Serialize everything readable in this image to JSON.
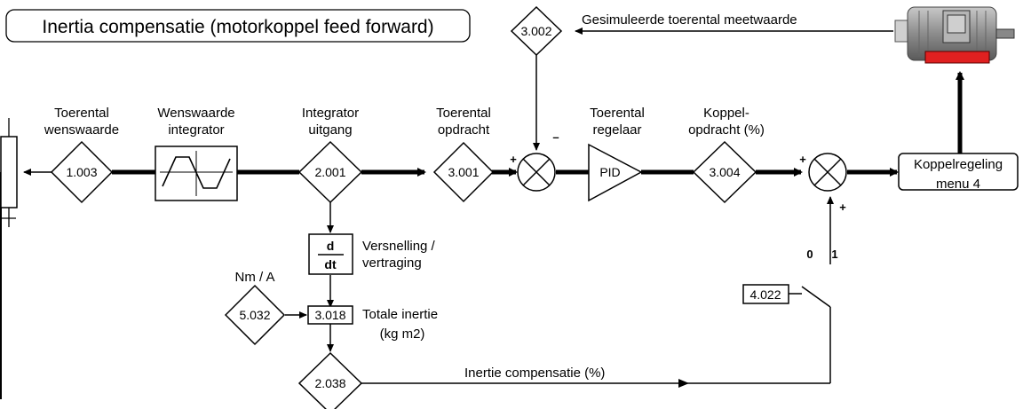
{
  "title": "Inertia compensatie (motorkoppel feed forward)",
  "parameters": {
    "p1003": "1.003",
    "p2001": "2.001",
    "p3001": "3.001",
    "p3002": "3.002",
    "p3004": "3.004",
    "p5032": "5.032",
    "p3018": "3.018",
    "p2038": "2.038",
    "p4022": "4.022"
  },
  "labels": {
    "toerental_wenswaarde": [
      "Toerental",
      "wenswaarde"
    ],
    "wenswaarde_integrator": [
      "Wenswaarde",
      "integrator"
    ],
    "integrator_uitgang": [
      "Integrator",
      "uitgang"
    ],
    "toerental_opdracht": [
      "Toerental",
      "opdracht"
    ],
    "toerental_regelaar": [
      "Toerental",
      "regelaar"
    ],
    "koppel_opdracht": [
      "Koppel-",
      "opdracht (%)"
    ],
    "gesimuleerde": "Gesimuleerde toerental meetwaarde",
    "versnelling": [
      "Versnelling /",
      "vertraging"
    ],
    "nm_per_a": "Nm / A",
    "totale_inertie": [
      "Totale inertie",
      "(kg m2)"
    ],
    "inertie_compensatie": "Inertie compensatie (%)",
    "koppelregeling": [
      "Koppelregeling",
      "menu 4"
    ],
    "pid": "PID",
    "deriv_top": "d",
    "deriv_bottom": "dt",
    "switch_0": "0",
    "switch_1": "1"
  },
  "signs": {
    "sum1_plus": "+",
    "sum1_minus": "–",
    "sum2_plus_left": "+",
    "sum2_plus_bottom": "+"
  },
  "icons": {
    "motor": "motor-icon",
    "multiplier": "summing-junction-icon",
    "ramp": "ramp-waveform-icon",
    "switch": "switch-icon"
  },
  "colors": {
    "motor_body": "#9a9a9a",
    "motor_foot": "#e02020"
  }
}
